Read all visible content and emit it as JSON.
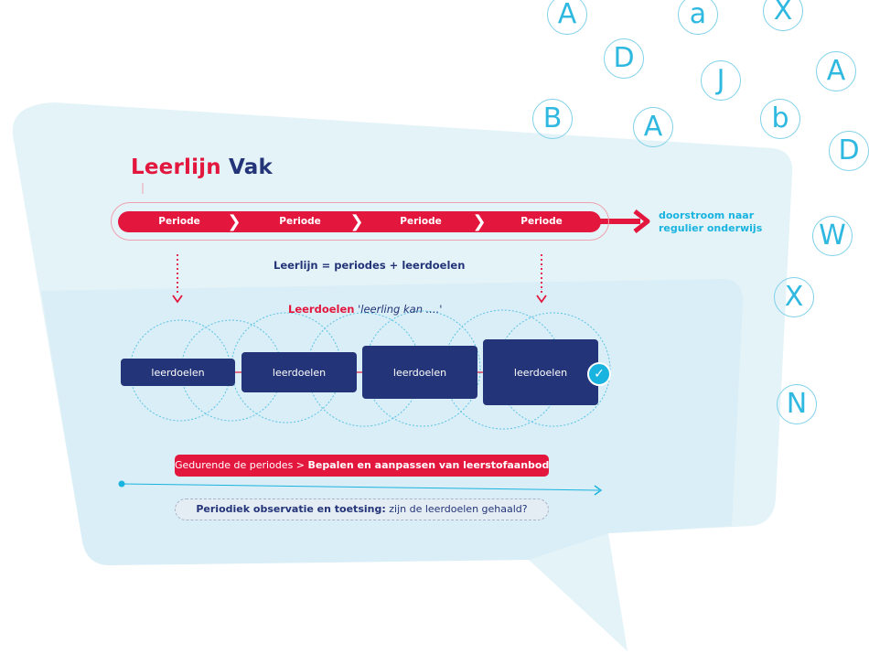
{
  "title": {
    "part1": "Leerlijn",
    "part2": "Vak"
  },
  "periods": [
    "Periode",
    "Periode",
    "Periode",
    "Periode"
  ],
  "flow_label": {
    "line1": "doorstroom naar",
    "line2": "regulier onderwijs"
  },
  "equation": "Leerlijn = periodes + leerdoelen",
  "subtitle": {
    "bold": "Leerdoelen",
    "italic": "'leerling kan ....'"
  },
  "goals": [
    "leerdoelen",
    "leerdoelen",
    "leerdoelen",
    "leerdoelen"
  ],
  "process_bar": {
    "prefix": "Gedurende de periodes > ",
    "bold": "Bepalen en aanpassen van leerstofaanbod"
  },
  "observation": {
    "bold": "Periodiek observatie en toetsing:",
    "rest": " zijn de leerdoelen gehaald?"
  },
  "letters": [
    "A",
    "a",
    "X",
    "D",
    "J",
    "A",
    "B",
    "A",
    "b",
    "D",
    "W",
    "X",
    "N"
  ],
  "colors": {
    "red": "#e3173e",
    "navy": "#233478",
    "cyan": "#19b3e0",
    "bubble": "#e4f3f8"
  }
}
